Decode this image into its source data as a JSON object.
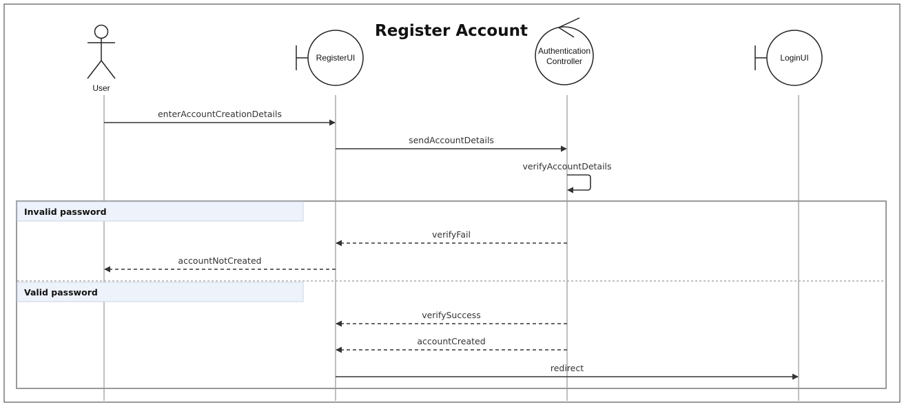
{
  "title": "Register Account",
  "participants": [
    {
      "id": "user",
      "label": "User",
      "kind": "actor"
    },
    {
      "id": "registerui",
      "label": "RegisterUI",
      "kind": "boundary"
    },
    {
      "id": "authcontroller",
      "label_lines": [
        "Authentication",
        "Controller"
      ],
      "kind": "control"
    },
    {
      "id": "loginui",
      "label": "LoginUI",
      "kind": "boundary"
    }
  ],
  "messages": [
    {
      "label": "enterAccountCreationDetails",
      "from": "user",
      "to": "registerui",
      "style": "solid"
    },
    {
      "label": "sendAccountDetails",
      "from": "registerui",
      "to": "authcontroller",
      "style": "solid"
    },
    {
      "label": "verifyAccountDetails",
      "from": "authcontroller",
      "to": "authcontroller",
      "style": "self"
    },
    {
      "label": "verifyFail",
      "from": "authcontroller",
      "to": "registerui",
      "style": "dashed"
    },
    {
      "label": "accountNotCreated",
      "from": "registerui",
      "to": "user",
      "style": "dashed"
    },
    {
      "label": "verifySuccess",
      "from": "authcontroller",
      "to": "registerui",
      "style": "dashed"
    },
    {
      "label": "accountCreated",
      "from": "authcontroller",
      "to": "registerui",
      "style": "dashed"
    },
    {
      "label": "redirect",
      "from": "registerui",
      "to": "loginui",
      "style": "solid"
    }
  ],
  "fragment": {
    "operands": [
      {
        "guard": "Invalid password"
      },
      {
        "guard": "Valid password"
      }
    ]
  },
  "colors": {
    "line": "#333333",
    "lifeline": "#aaaaaa",
    "frame": "#999999",
    "guard_fill": "#eef2fb",
    "guard_border": "#c9d3e6"
  }
}
